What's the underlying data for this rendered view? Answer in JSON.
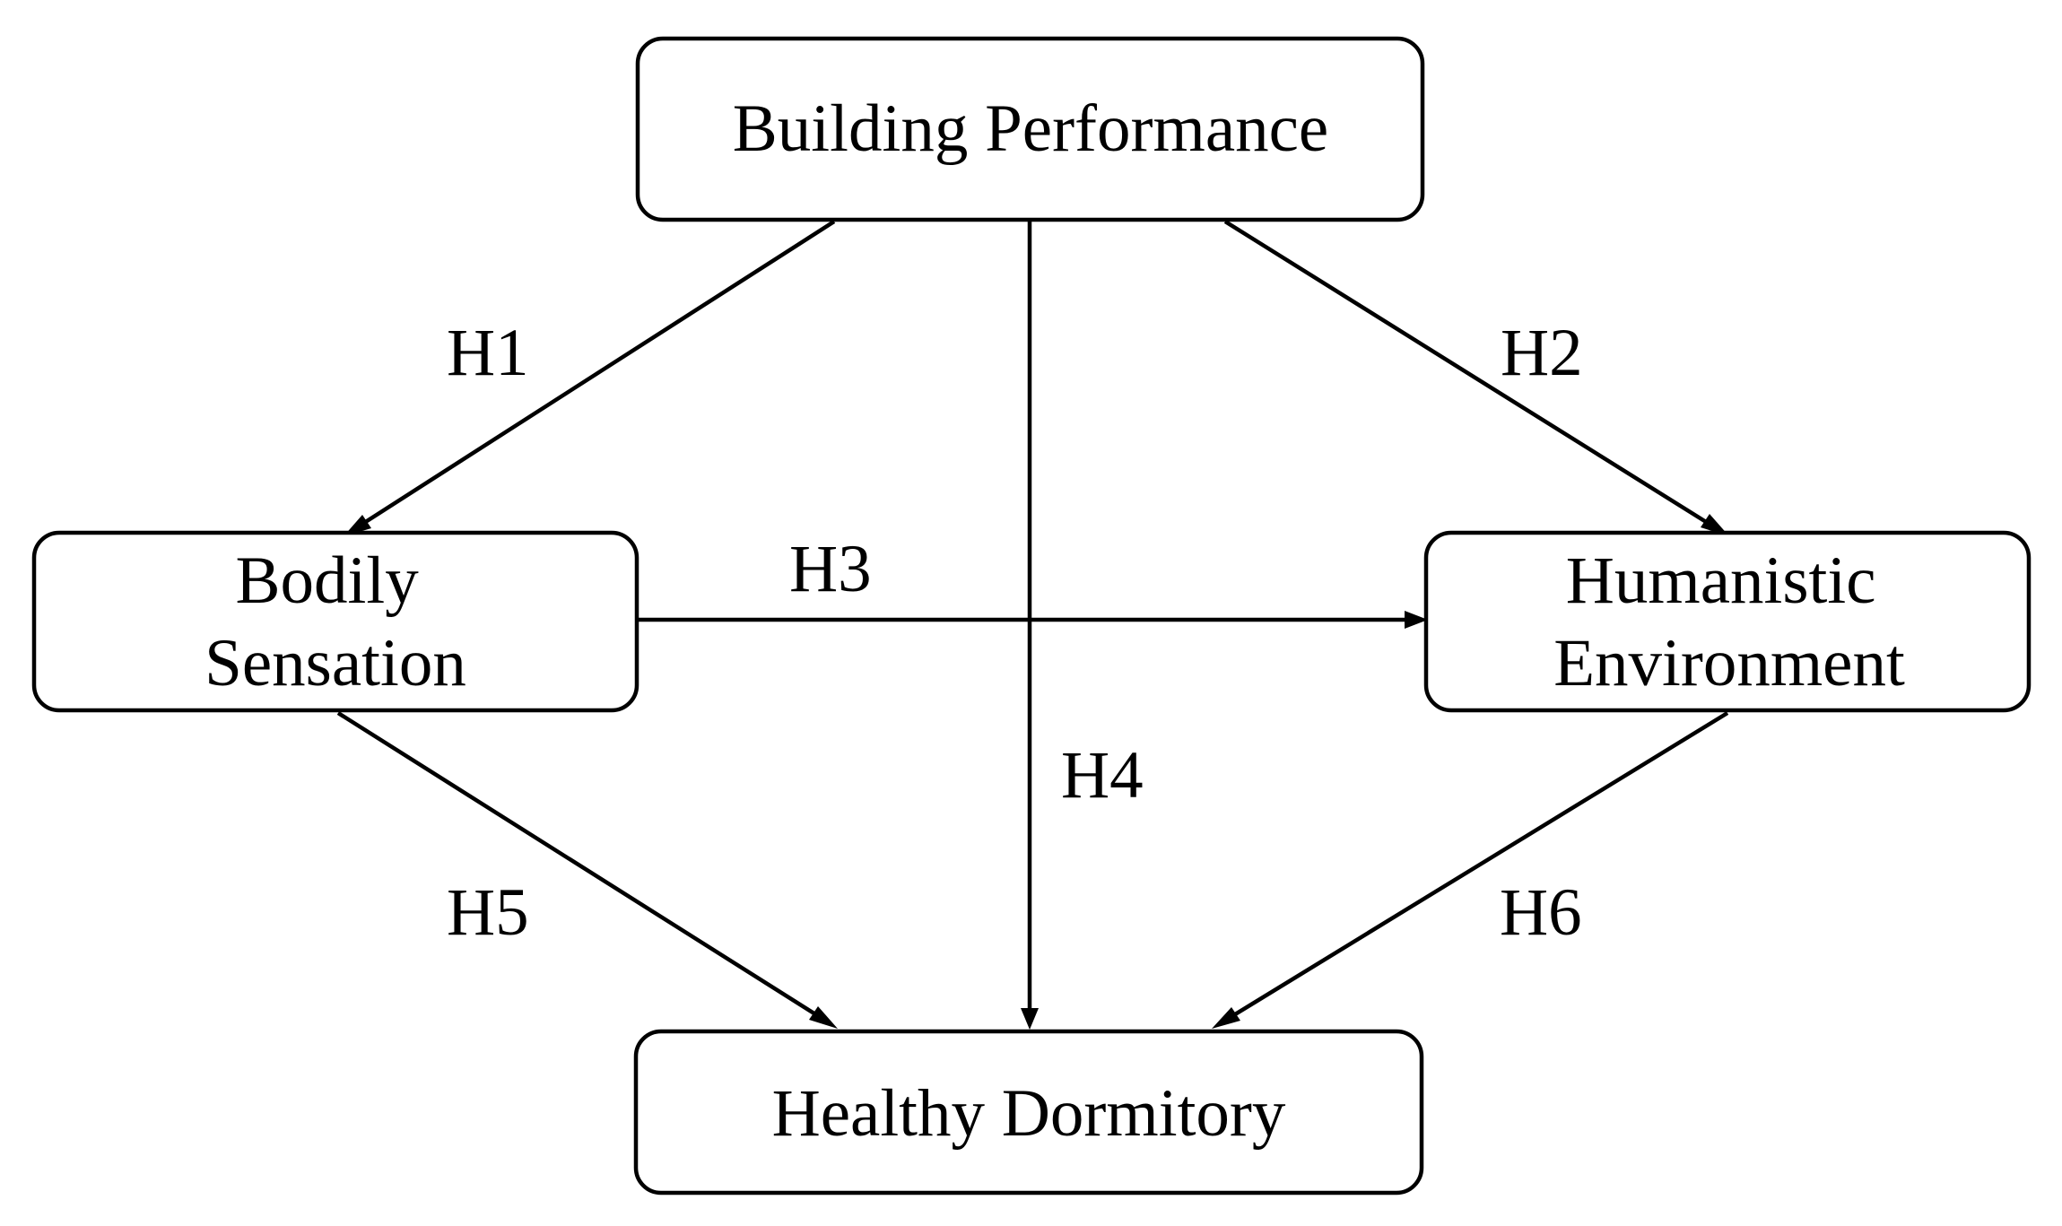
{
  "nodes": {
    "building_performance": {
      "lines": [
        "Building Performance"
      ]
    },
    "bodily_sensation": {
      "lines": [
        "Bodily",
        "Sensation"
      ]
    },
    "humanistic_environment": {
      "lines": [
        "Humanistic",
        "Environment"
      ]
    },
    "healthy_dormitory": {
      "lines": [
        "Healthy Dormitory"
      ]
    }
  },
  "edges": [
    {
      "id": "h1",
      "from": "building_performance",
      "to": "bodily_sensation",
      "label": "H1"
    },
    {
      "id": "h2",
      "from": "building_performance",
      "to": "humanistic_environment",
      "label": "H2"
    },
    {
      "id": "h3",
      "from": "bodily_sensation",
      "to": "humanistic_environment",
      "label": "H3"
    },
    {
      "id": "h4",
      "from": "building_performance",
      "to": "healthy_dormitory",
      "label": "H4"
    },
    {
      "id": "h5",
      "from": "bodily_sensation",
      "to": "healthy_dormitory",
      "label": "H5"
    },
    {
      "id": "h6",
      "from": "humanistic_environment",
      "to": "healthy_dormitory",
      "label": "H6"
    }
  ]
}
